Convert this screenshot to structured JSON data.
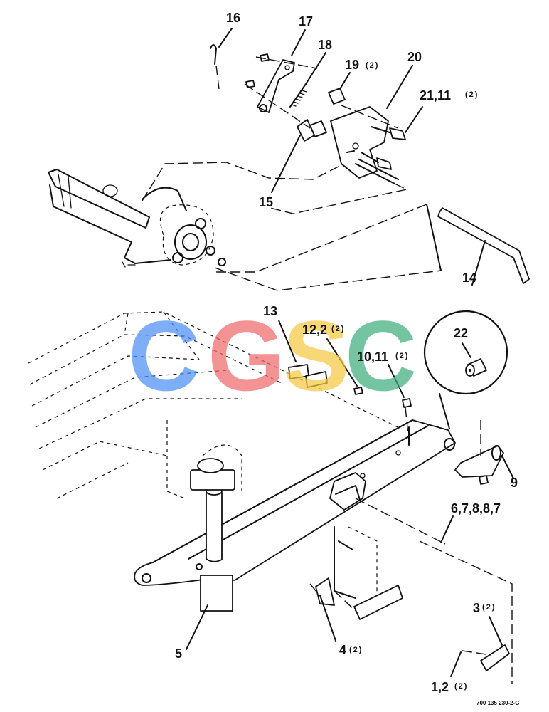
{
  "callouts": [
    {
      "id": "c16",
      "num": "16",
      "qty": ""
    },
    {
      "id": "c17",
      "num": "17",
      "qty": ""
    },
    {
      "id": "c18",
      "num": "18",
      "qty": ""
    },
    {
      "id": "c19",
      "num": "19",
      "qty": "(2)"
    },
    {
      "id": "c20",
      "num": "20",
      "qty": ""
    },
    {
      "id": "c21",
      "num": "21,11",
      "qty": "(2)"
    },
    {
      "id": "c15",
      "num": "15",
      "qty": ""
    },
    {
      "id": "c14",
      "num": "14",
      "qty": ""
    },
    {
      "id": "c13",
      "num": "13",
      "qty": ""
    },
    {
      "id": "c12",
      "num": "12,2",
      "qty": "(2)"
    },
    {
      "id": "c10",
      "num": "10,11",
      "qty": "(2)"
    },
    {
      "id": "c22",
      "num": "22",
      "qty": ""
    },
    {
      "id": "c9",
      "num": "9",
      "qty": ""
    },
    {
      "id": "c6",
      "num": "6,7,8,8,7",
      "qty": ""
    },
    {
      "id": "c5",
      "num": "5",
      "qty": ""
    },
    {
      "id": "c4",
      "num": "4",
      "qty": "(2)"
    },
    {
      "id": "c3",
      "num": "3",
      "qty": "(2)"
    },
    {
      "id": "c1",
      "num": "1,2",
      "qty": "(2)"
    }
  ],
  "reference_number": "700 135 230-2-G",
  "watermark": {
    "letters": [
      "C",
      "G",
      "S",
      "C"
    ],
    "colors": [
      "#4f8ff7",
      "#f06a6a",
      "#f5c842",
      "#3fae7f"
    ]
  }
}
